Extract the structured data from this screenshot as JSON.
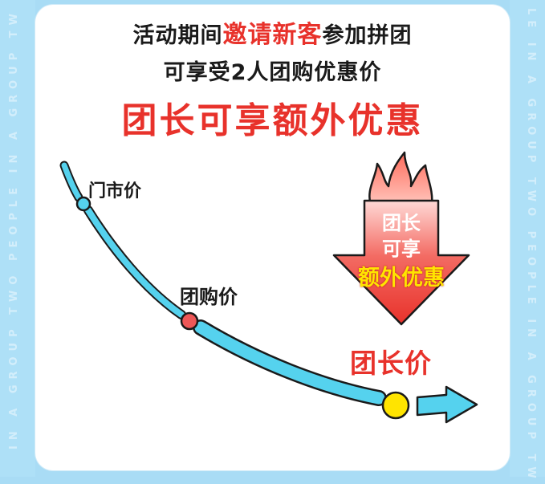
{
  "watermark": {
    "left": "IN A GROUP  TWO PEOPLE IN A GROUP  TW",
    "right": "LE IN A GROUP  TWO PEOPLE IN A GROUP  TW"
  },
  "headline": {
    "line1_before": "活动期间",
    "line1_accent": "邀请新客",
    "line1_after": "参加拼团",
    "line2": "可享受2人团购优惠价",
    "line3": "团长可享额外优惠"
  },
  "curve": {
    "door_price_label": "门市价",
    "group_price_label": "团购价",
    "leader_price_label": "团长价"
  },
  "badge": {
    "line1": "团长",
    "line2": "可享",
    "line3": "额外优惠"
  },
  "colors": {
    "accent_red": "#e8322b",
    "curve_cyan": "#55d2ee",
    "dot_red": "#ee5757",
    "dot_yellow": "#ffe400"
  }
}
